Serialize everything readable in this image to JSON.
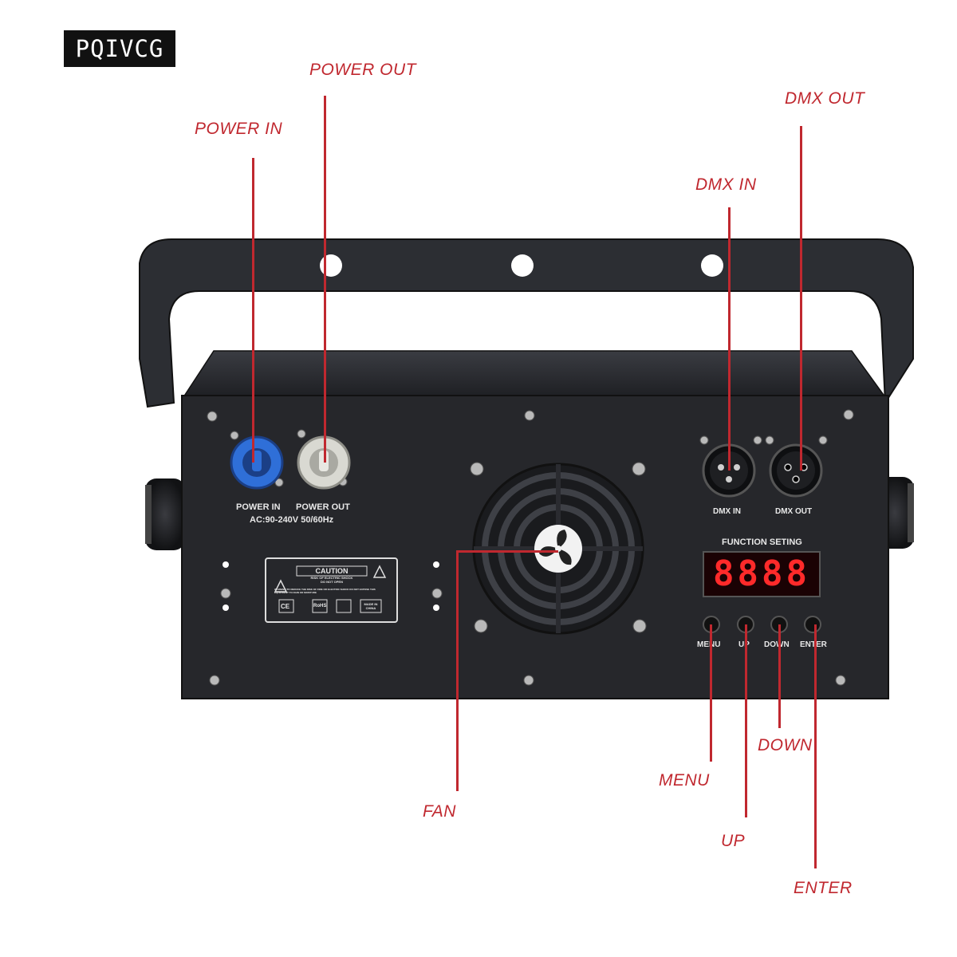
{
  "brand": "PQIVCG",
  "callouts": {
    "power_out": "POWER OUT",
    "power_in": "POWER IN",
    "dmx_out": "DMX OUT",
    "dmx_in": "DMX IN",
    "fan": "FAN",
    "menu": "MENU",
    "up": "UP",
    "down": "DOWN",
    "enter": "ENTER"
  },
  "panel": {
    "power_in_label": "POWER IN",
    "power_out_label": "POWER OUT",
    "voltage": "AC:90-240V 50/60Hz",
    "dmx_in_label": "DMX IN",
    "dmx_out_label": "DMX OUT",
    "function_title": "FUNCTION SETING",
    "display_value": "8888",
    "btn_menu": "MENU",
    "btn_up": "UP",
    "btn_down": "DOWN",
    "btn_enter": "ENTER",
    "caution_title": "CAUTION",
    "caution_line1": "RISK OF ELECTRIC SHOCK",
    "caution_line2": "DO NOT OPEN",
    "caution_warning": "WARNING:TO REDUCE THE RISK OF FIRE OR ELECTRIC SHOCK DO NOT EXPOSE THIS EQUIPMENT TO RAIN OR MOISTURE",
    "cert_ce": "CE",
    "cert_rohs": "RoHS",
    "cert_china": "MADE IN CHINA"
  },
  "colors": {
    "callout": "#c0282f",
    "panel": "#26272b",
    "bracket": "#2c2e33",
    "power_in_connector": "#2f6fd8",
    "power_out_connector": "#d9d9d2",
    "led": "#ff2a2a"
  },
  "icons": [
    "fan-icon",
    "xlr-male-icon",
    "xlr-female-icon",
    "warning-triangle-icon",
    "screw-icon"
  ]
}
